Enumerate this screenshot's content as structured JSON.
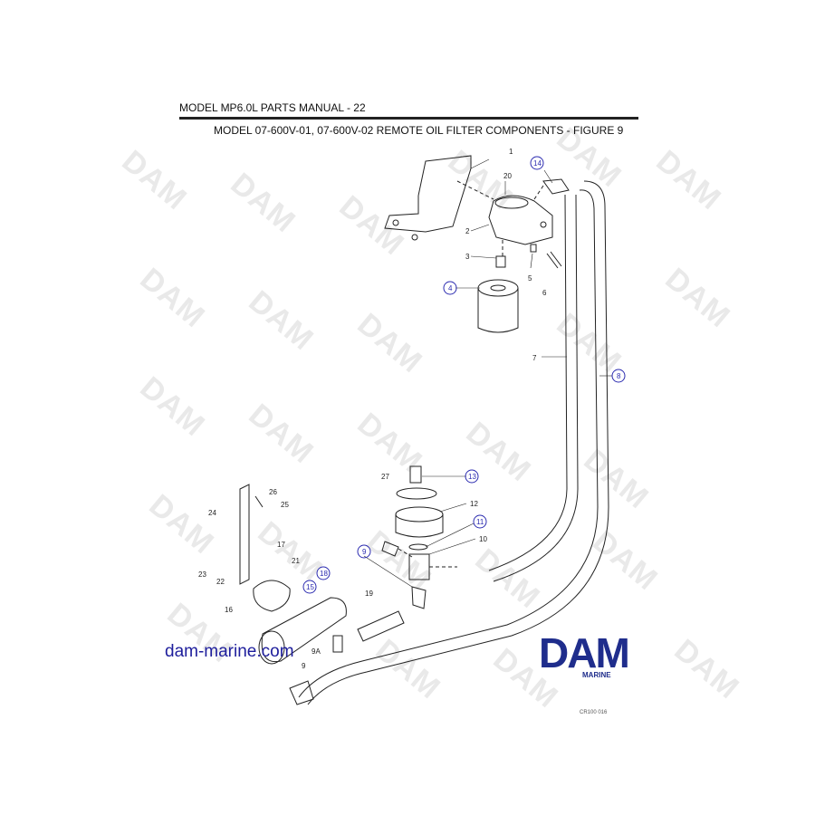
{
  "header": {
    "manual_title": "MODEL MP6.0L PARTS MANUAL - 22",
    "figure_title": "MODEL 07-600V-01, 07-600V-02 REMOTE OIL FILTER COMPONENTS - FIGURE 9"
  },
  "watermark_text": "DAM",
  "callouts": {
    "c1": "1",
    "c2": "2",
    "c3": "3",
    "c4": "4",
    "c5": "5",
    "c6": "6",
    "c7": "7",
    "c8": "8",
    "c9a": "9",
    "c9b": "9",
    "c9A": "9A",
    "c10": "10",
    "c11": "11",
    "c12": "12",
    "c13": "13",
    "c14": "14",
    "c15": "15",
    "c16": "16",
    "c17": "17",
    "c18": "18",
    "c19": "19",
    "c20": "20",
    "c21": "21",
    "c22": "22",
    "c23": "23",
    "c24": "24",
    "c25": "25",
    "c26": "26",
    "c27": "27"
  },
  "footer": {
    "website": "dam-marine.com",
    "logo_main": "DAM",
    "logo_sub": "MARINE",
    "doc_code": "CR100 016"
  },
  "colors": {
    "brand": "#1f2d8c",
    "circled_callout": "#2b2bb0",
    "line": "#222222"
  }
}
